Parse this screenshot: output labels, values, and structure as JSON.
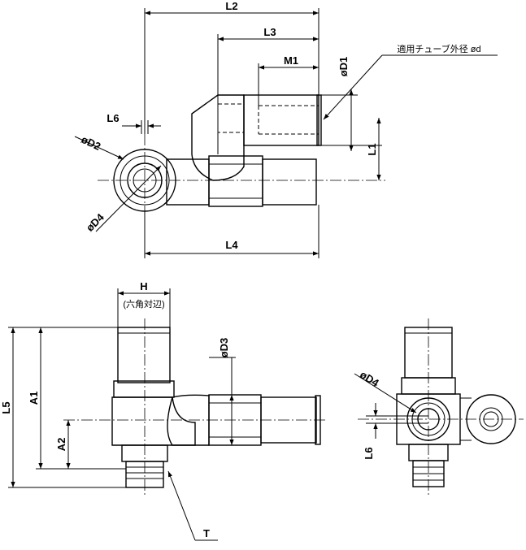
{
  "labels": {
    "L2": "L2",
    "L3": "L3",
    "M1": "M1",
    "D1": "øD1",
    "L1": "L1",
    "L6": "L6",
    "D2": "øD2",
    "D4": "øD4",
    "L4": "L4",
    "tube_note": "適用チューブ外径 ød",
    "H": "H",
    "hex_note": "(六角対辺)",
    "D3": "øD3",
    "L5": "L5",
    "A1": "A1",
    "A2": "A2",
    "T": "T",
    "D4_side": "øD4",
    "L6_side": "L6"
  }
}
